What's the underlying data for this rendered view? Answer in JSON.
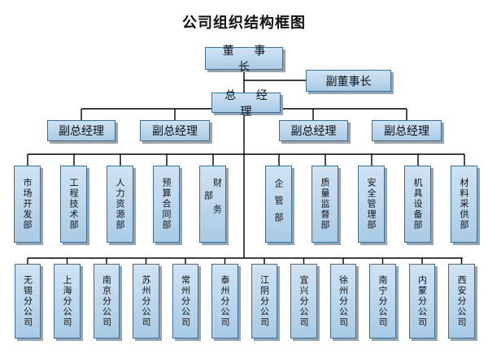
{
  "title": "公司组织结构框图",
  "chairman": "董 事 长",
  "vice_chairman": "副董事长",
  "general_manager": "总 经 理",
  "deputy_managers": [
    "副总经理",
    "副总经理",
    "副总经理",
    "副总经理"
  ],
  "departments": [
    "市场开发部",
    "工程技术部",
    "人力资源部",
    "预算合同部",
    "财务部",
    "企管部",
    "质量监督部",
    "安全管理部",
    "机具设备部",
    "材料采供部"
  ],
  "branches": [
    "无锡分公司",
    "上海分公司",
    "南京分公司",
    "苏州分公司",
    "常州分公司",
    "泰州分公司",
    "江阴分公司",
    "宜兴分公司",
    "徐州分公司",
    "南宁分公司",
    "内蒙分公司",
    "西安分公司"
  ],
  "colors": {
    "box_fill": "#b8d5ec",
    "box_border": "#3f6e95",
    "line": "#000000",
    "shadow": "#9aa3aa"
  }
}
